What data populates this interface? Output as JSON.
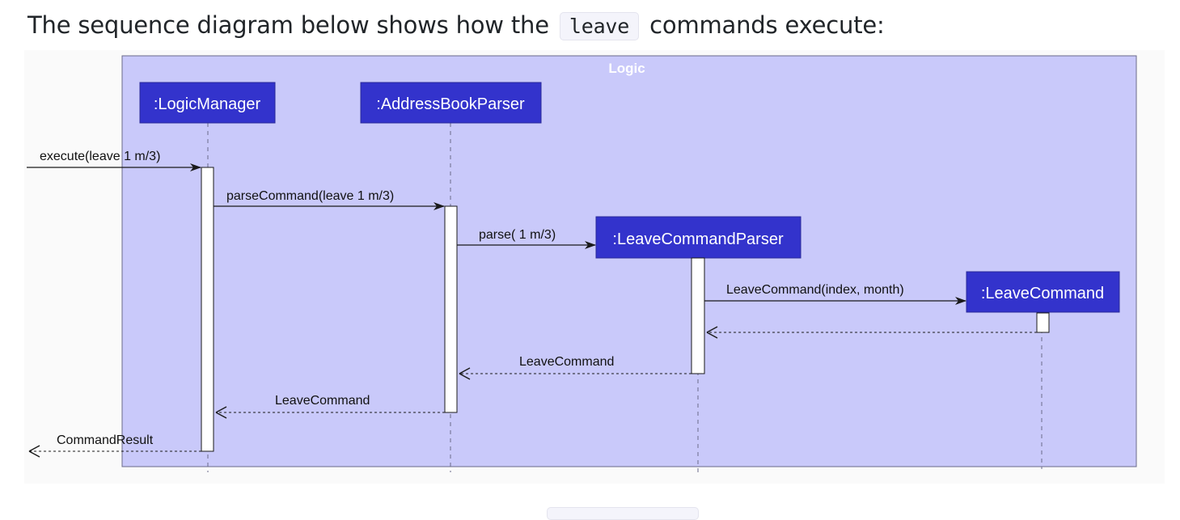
{
  "intro": {
    "before": "The sequence diagram below shows how the",
    "code": "leave",
    "after": "commands execute:"
  },
  "diagram": {
    "frame_title": "Logic",
    "participants": [
      {
        "id": "logic-manager",
        "label": ":LogicManager"
      },
      {
        "id": "address-book-parser",
        "label": ":AddressBookParser"
      },
      {
        "id": "leave-command-parser",
        "label": ":LeaveCommandParser"
      },
      {
        "id": "leave-command",
        "label": ":LeaveCommand"
      }
    ],
    "messages": [
      {
        "id": "execute",
        "label": "execute(leave 1 m/3)"
      },
      {
        "id": "parse-command",
        "label": "parseCommand(leave 1 m/3)"
      },
      {
        "id": "parse",
        "label": "parse( 1 m/3)"
      },
      {
        "id": "leave-command-ctor",
        "label": "LeaveCommand(index, month)"
      },
      {
        "id": "return-to-parser",
        "label": ""
      },
      {
        "id": "return-leave-command-1",
        "label": "LeaveCommand"
      },
      {
        "id": "return-leave-command-2",
        "label": "LeaveCommand"
      },
      {
        "id": "command-result",
        "label": "CommandResult"
      }
    ],
    "colors": {
      "frame_fill": "#c9c9fa",
      "frame_border": "#6b6b8a",
      "participant_fill": "#3333cc",
      "participant_text": "#ffffff",
      "line": "#1a1a1a"
    }
  }
}
